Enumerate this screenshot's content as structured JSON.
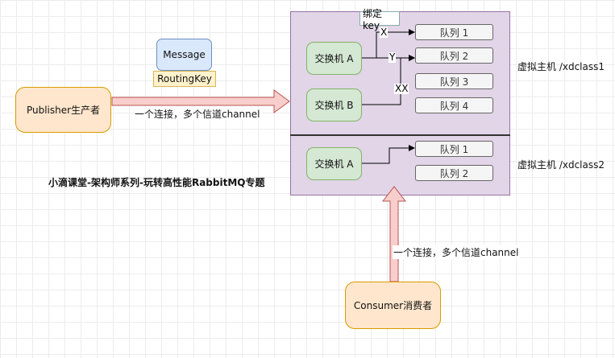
{
  "vhosts": [
    {
      "label": "虚拟主机 /xdclass1"
    },
    {
      "label": "虚拟主机 /xdclass2"
    }
  ],
  "bind_key_label": "绑定key",
  "exchanges": {
    "v1_a": "交换机 A",
    "v1_b": "交换机 B",
    "v2_a": "交换机 A"
  },
  "queues": {
    "v1": [
      "队列 1",
      "队列 2",
      "队列 3",
      "队列 4"
    ],
    "v2": [
      "队列 1",
      "队列 2"
    ]
  },
  "edge_labels": {
    "x": "X",
    "y": "Y",
    "xx": "XX"
  },
  "message": "Message",
  "routing_key": "RoutingKey",
  "publisher": "Publisher生产者",
  "consumer": "Consumer消费者",
  "publisher_connection": "一个连接，多个信道channel",
  "consumer_connection": "一个连接，多个信道channel",
  "course_title": "小滴课堂-架构师系列-玩转高性能RabbitMQ专题",
  "colors": {
    "vhost_fill": "#e1d5e7",
    "exchange_fill": "#d5e8d4",
    "queue_fill": "#f5f5f5",
    "actor_fill": "#ffe6cc",
    "message_fill": "#dae8fc",
    "routing_fill": "#fff2cc",
    "arrow_fill": "#f8cecc",
    "arrow_stroke": "#b85450"
  }
}
